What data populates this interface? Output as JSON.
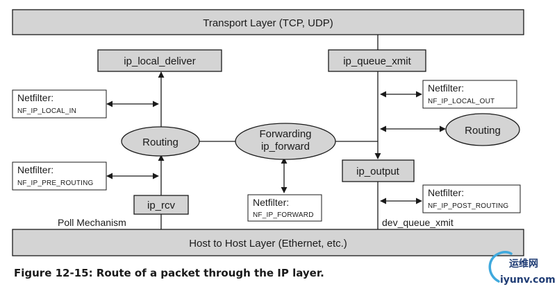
{
  "layers": {
    "transport": "Transport Layer (TCP, UDP)",
    "host": "Host to Host Layer (Ethernet, etc.)"
  },
  "functions": {
    "ip_local_deliver": "ip_local_deliver",
    "ip_queue_xmit": "ip_queue_xmit",
    "ip_output": "ip_output",
    "ip_rcv": "ip_rcv"
  },
  "routing": {
    "left": "Routing",
    "right": "Routing",
    "forwarding_line1": "Forwarding",
    "forwarding_line2": "ip_forward"
  },
  "netfilter": {
    "title": "Netfilter:",
    "local_in": "NF_IP_LOCAL_IN",
    "local_out": "NF_IP_LOCAL_OUT",
    "pre_routing": "NF_IP_PRE_ROUTING",
    "forward": "NF_IP_FORWARD",
    "post_routing": "NF_IP_POST_ROUTING"
  },
  "labels": {
    "poll": "Poll Mechanism",
    "dev_queue": "dev_queue_xmit"
  },
  "caption": "Figure 12-15: Route of a packet through the IP layer.",
  "watermark": {
    "cn": "运维网",
    "en": "iyunv.com"
  },
  "colors": {
    "box_fill": "#d4d4d4",
    "stroke": "#1a1a1a",
    "watermark": "#1f3c74"
  }
}
